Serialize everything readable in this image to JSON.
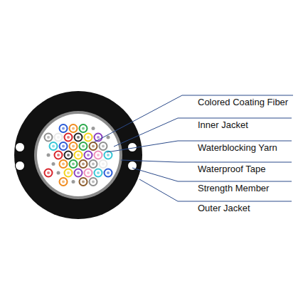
{
  "diagram": {
    "labels": [
      "Colored Coating Fiber",
      "Inner Jacket",
      "Waterblocking  Yarn",
      "Waterproof Tape",
      "Strength Member",
      "Outer  Jacket"
    ]
  }
}
